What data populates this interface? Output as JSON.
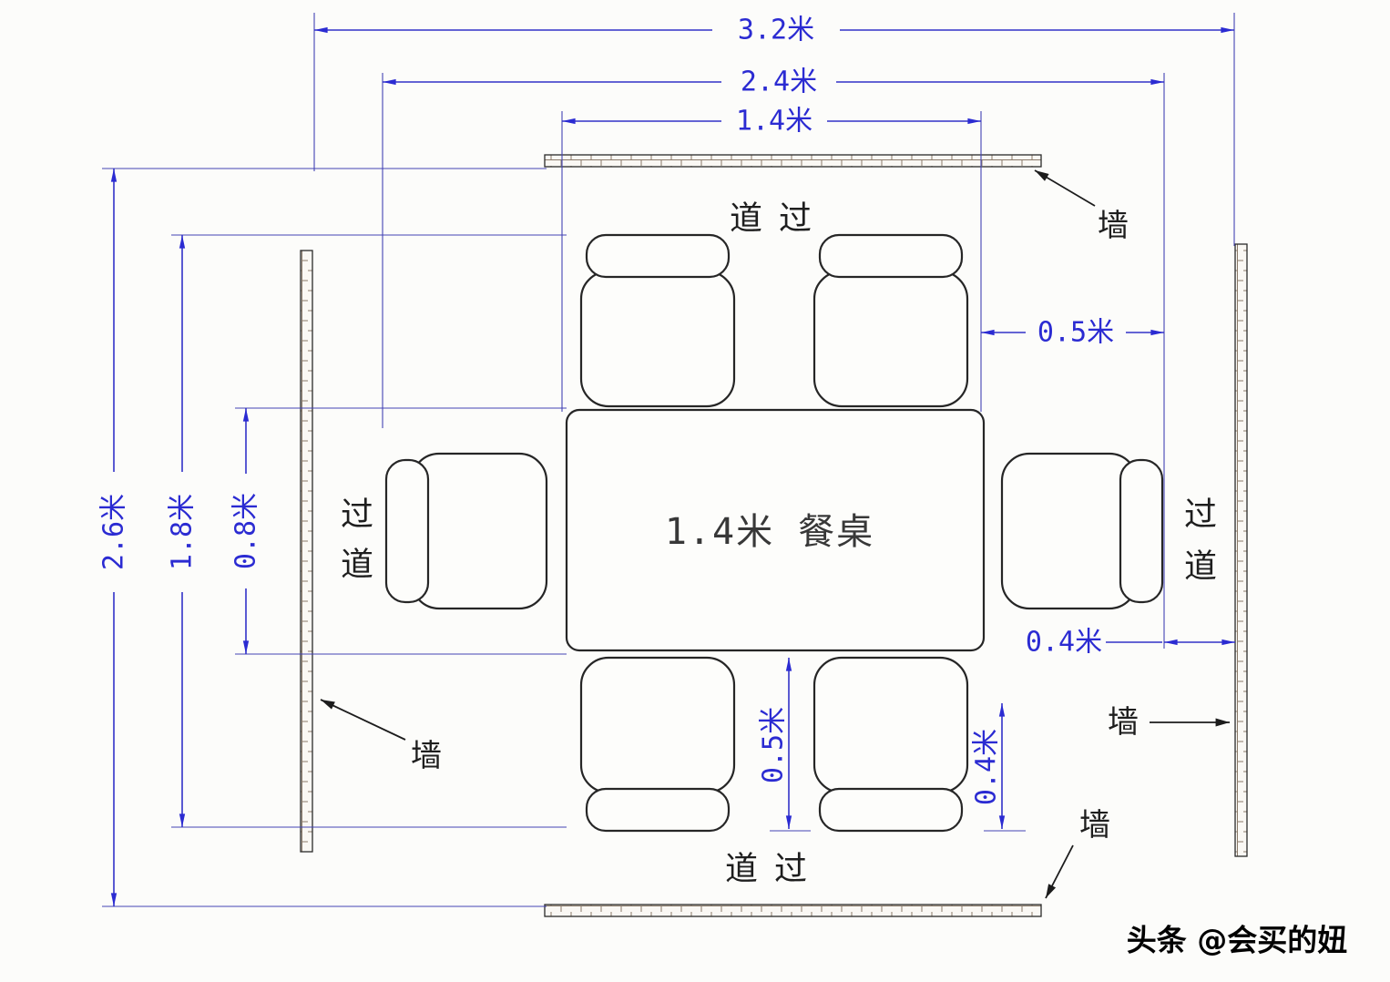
{
  "page": {
    "watermark": "头条 @会买的妞"
  },
  "plan": {
    "table_label": "1.4米 餐桌",
    "wall_label": "墙",
    "aisle": {
      "top": "道过",
      "bottom": "道过",
      "left": [
        "过",
        "道"
      ],
      "right": [
        "过",
        "道"
      ]
    },
    "dimensions": {
      "overall_width": "3.2米",
      "inner_width": "2.4米",
      "table_width": "1.4米",
      "overall_height": "2.6米",
      "inner_height": "1.8米",
      "table_depth": "0.8米",
      "side_clearance": "0.5米",
      "wall_gap_right": "0.4米",
      "bottom_clearance": "0.5米",
      "wall_gap_bottom": "0.4米"
    },
    "colors": {
      "dimension": "#2b2bd2",
      "drawing": "#262626"
    }
  }
}
